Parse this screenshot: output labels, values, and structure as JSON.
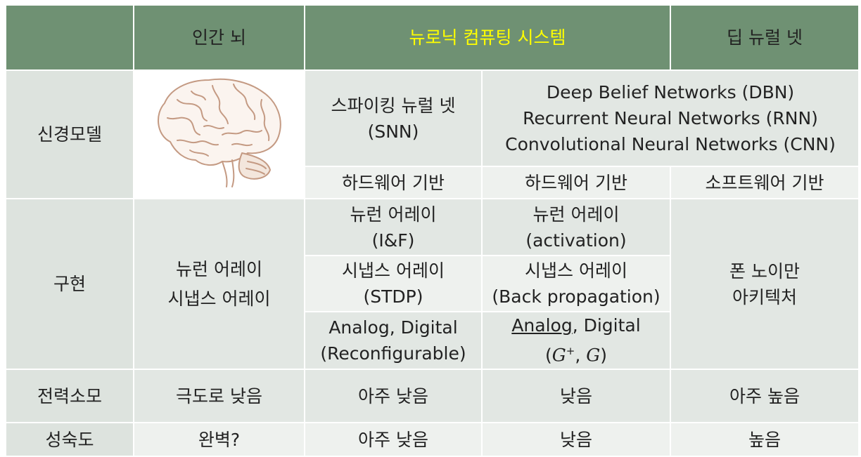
{
  "header": {
    "corner": "",
    "col_brain": "인간 뇌",
    "col_neuromorphic": "뉴로닉 컴퓨팅 시스템",
    "col_deep": "딥 뉴럴 넷"
  },
  "rows": {
    "neural_model": {
      "label": "신경모델",
      "snn_line1": "스파이킹 뉴럴 넷",
      "snn_line2": "(SNN)",
      "dnn_line1": "Deep Belief Networks (DBN)",
      "dnn_line2": "Recurrent Neural Networks (RNN)",
      "dnn_line3": "Convolutional Neural Networks (CNN)",
      "basis_hw1": "하드웨어 기반",
      "basis_hw2": "하드웨어 기반",
      "basis_sw": "소프트웨어 기반"
    },
    "implementation": {
      "label": "구현",
      "brain_line1": "뉴런 어레이",
      "brain_line2": "시냅스 어레이",
      "snn_neuron_line1": "뉴런 어레이",
      "snn_neuron_line2": "(I&F)",
      "dnn_neuron_line1": "뉴런 어레이",
      "dnn_neuron_line2": "(activation)",
      "snn_synapse_line1": "시냅스 어레이",
      "snn_synapse_line2": "(STDP)",
      "dnn_synapse_line1": "시냅스 어레이",
      "dnn_synapse_line2": "(Back propagation)",
      "snn_type_line1": "Analog, Digital",
      "snn_type_line2": "(Reconfigurable)",
      "dnn_type_analog": "Analog",
      "dnn_type_rest": ", Digital",
      "dnn_type_open": "(",
      "dnn_type_g1": "G",
      "dnn_type_sup": "+",
      "dnn_type_sep": ", ",
      "dnn_type_g2": "G",
      "dnn_type_close": ")",
      "deep_line1": "폰 노이만",
      "deep_line2": "아키텍처"
    },
    "power": {
      "label": "전력소모",
      "brain": "극도로 낮음",
      "snn": "아주 낮음",
      "dnn_hw": "낮음",
      "deep": "아주 높음"
    },
    "maturity": {
      "label": "성숙도",
      "brain": "완벽?",
      "snn": "아주 낮음",
      "dnn_hw": "낮음",
      "deep": "높음"
    }
  },
  "icons": {
    "brain": "brain-illustration"
  },
  "colors": {
    "header_bg": "#6f9173",
    "header_text": "#ffffff",
    "highlight_text": "#ffff00",
    "row_dark": "#e2e7e3",
    "row_light": "#eef1ee"
  }
}
